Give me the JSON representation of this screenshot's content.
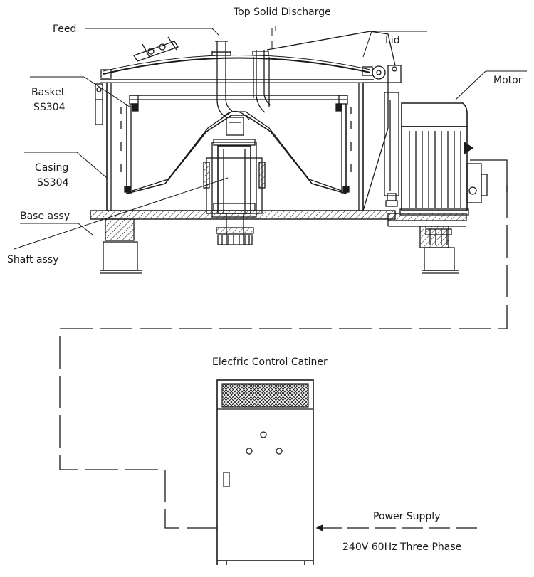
{
  "labels": {
    "top_solid_discharge": "Top Solid Discharge",
    "feed": "Feed",
    "lid": "Lid",
    "motor": "Motor",
    "basket": "Basket",
    "basket_material": "SS304",
    "casing": "Casing",
    "casing_material": "SS304",
    "base_assy": "Base assy",
    "shaft_assy": "Shaft assy",
    "control_cabinet": "Elecfric Control Catiner",
    "power_supply": "Power Supply",
    "power_spec": "240V 60Hz Three Phase"
  },
  "colors": {
    "ink": "#1a1a1a",
    "background": "#ffffff"
  }
}
